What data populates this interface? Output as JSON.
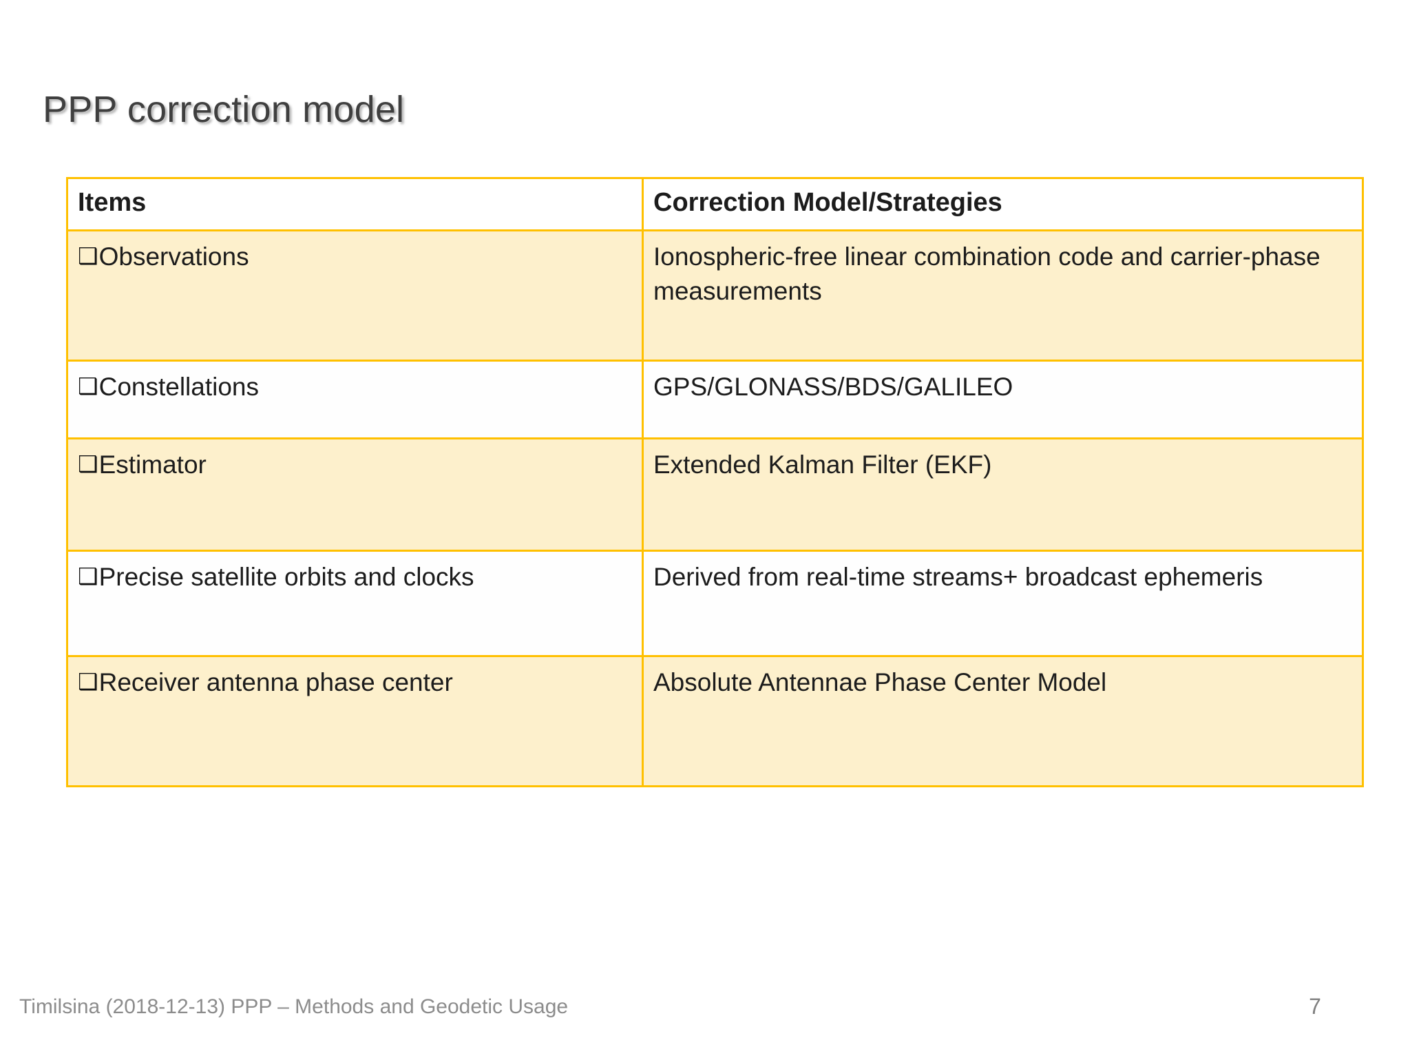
{
  "slide": {
    "title": "PPP correction model",
    "page_number": "7",
    "footer": "Timilsina (2018-12-13) PPP – Methods and Geodetic Usage",
    "accent_border_color": "#FFC000",
    "shaded_row_color": "#FDF0CC",
    "plain_row_color": "#FEFEFE"
  },
  "table": {
    "headers": {
      "items": "Items",
      "model": "Correction Model/Strategies"
    },
    "bullet_glyph": "❑",
    "rows": [
      {
        "item": "Observations",
        "model": "Ionospheric-free linear combination code and carrier-phase measurements",
        "shaded": true
      },
      {
        "item": "Constellations",
        "model": "GPS/GLONASS/BDS/GALILEO",
        "shaded": false
      },
      {
        "item": "Estimator",
        "model": "Extended Kalman Filter (EKF)",
        "shaded": true
      },
      {
        "item": "Precise satellite orbits and clocks",
        "model": "Derived from real-time streams+ broadcast ephemeris",
        "shaded": false
      },
      {
        "item": "Receiver antenna phase center",
        "model": "Absolute Antennae Phase Center Model",
        "shaded": true
      }
    ]
  }
}
